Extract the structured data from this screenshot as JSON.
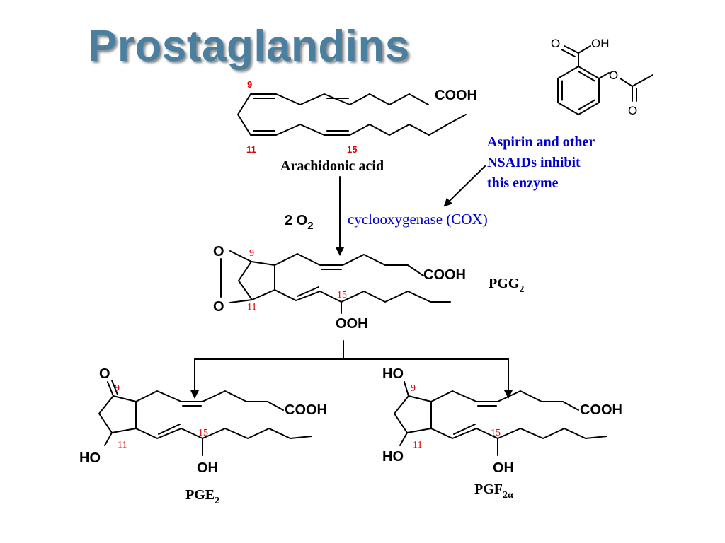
{
  "title": "Prostaglandins",
  "colors": {
    "title": "#4a7fa0",
    "numbering": "#dd0000",
    "annotation": "#0000cc",
    "bonds": "#000000"
  },
  "aspirin": {
    "atom_O_carbonyl": "O",
    "atom_OH": "OH",
    "atom_O_ester": "O",
    "atom_O_acetyl": "O"
  },
  "arachidonic_acid": {
    "name": "Arachidonic acid",
    "acid_group": "COOH",
    "c9": "9",
    "c11": "11",
    "c15": "15"
  },
  "inhibition_note": [
    "Aspirin and other",
    "NSAIDs inhibit",
    "this enzyme"
  ],
  "reaction": {
    "reagent_main": "2 O",
    "reagent_sub": "2",
    "enzyme": "cyclooxygenase (COX)"
  },
  "pgg2": {
    "label_main": "PGG",
    "label_sub": "2",
    "o_top": "O",
    "o_bottom": "O",
    "acid_group": "COOH",
    "hydroperoxy": "OOH",
    "c9": "9",
    "c11": "11",
    "c15": "15"
  },
  "pge2": {
    "label_main": "PGE",
    "label_sub": "2",
    "keto_o": "O",
    "ho": "HO",
    "oh": "OH",
    "acid_group": "COOH",
    "c9": "9",
    "c11": "11",
    "c15": "15"
  },
  "pgf2a": {
    "label_main": "PGF",
    "label_sub": "2α",
    "ho_top": "HO",
    "ho_bottom": "HO",
    "oh": "OH",
    "acid_group": "COOH",
    "c9": "9",
    "c11": "11",
    "c15": "15"
  }
}
